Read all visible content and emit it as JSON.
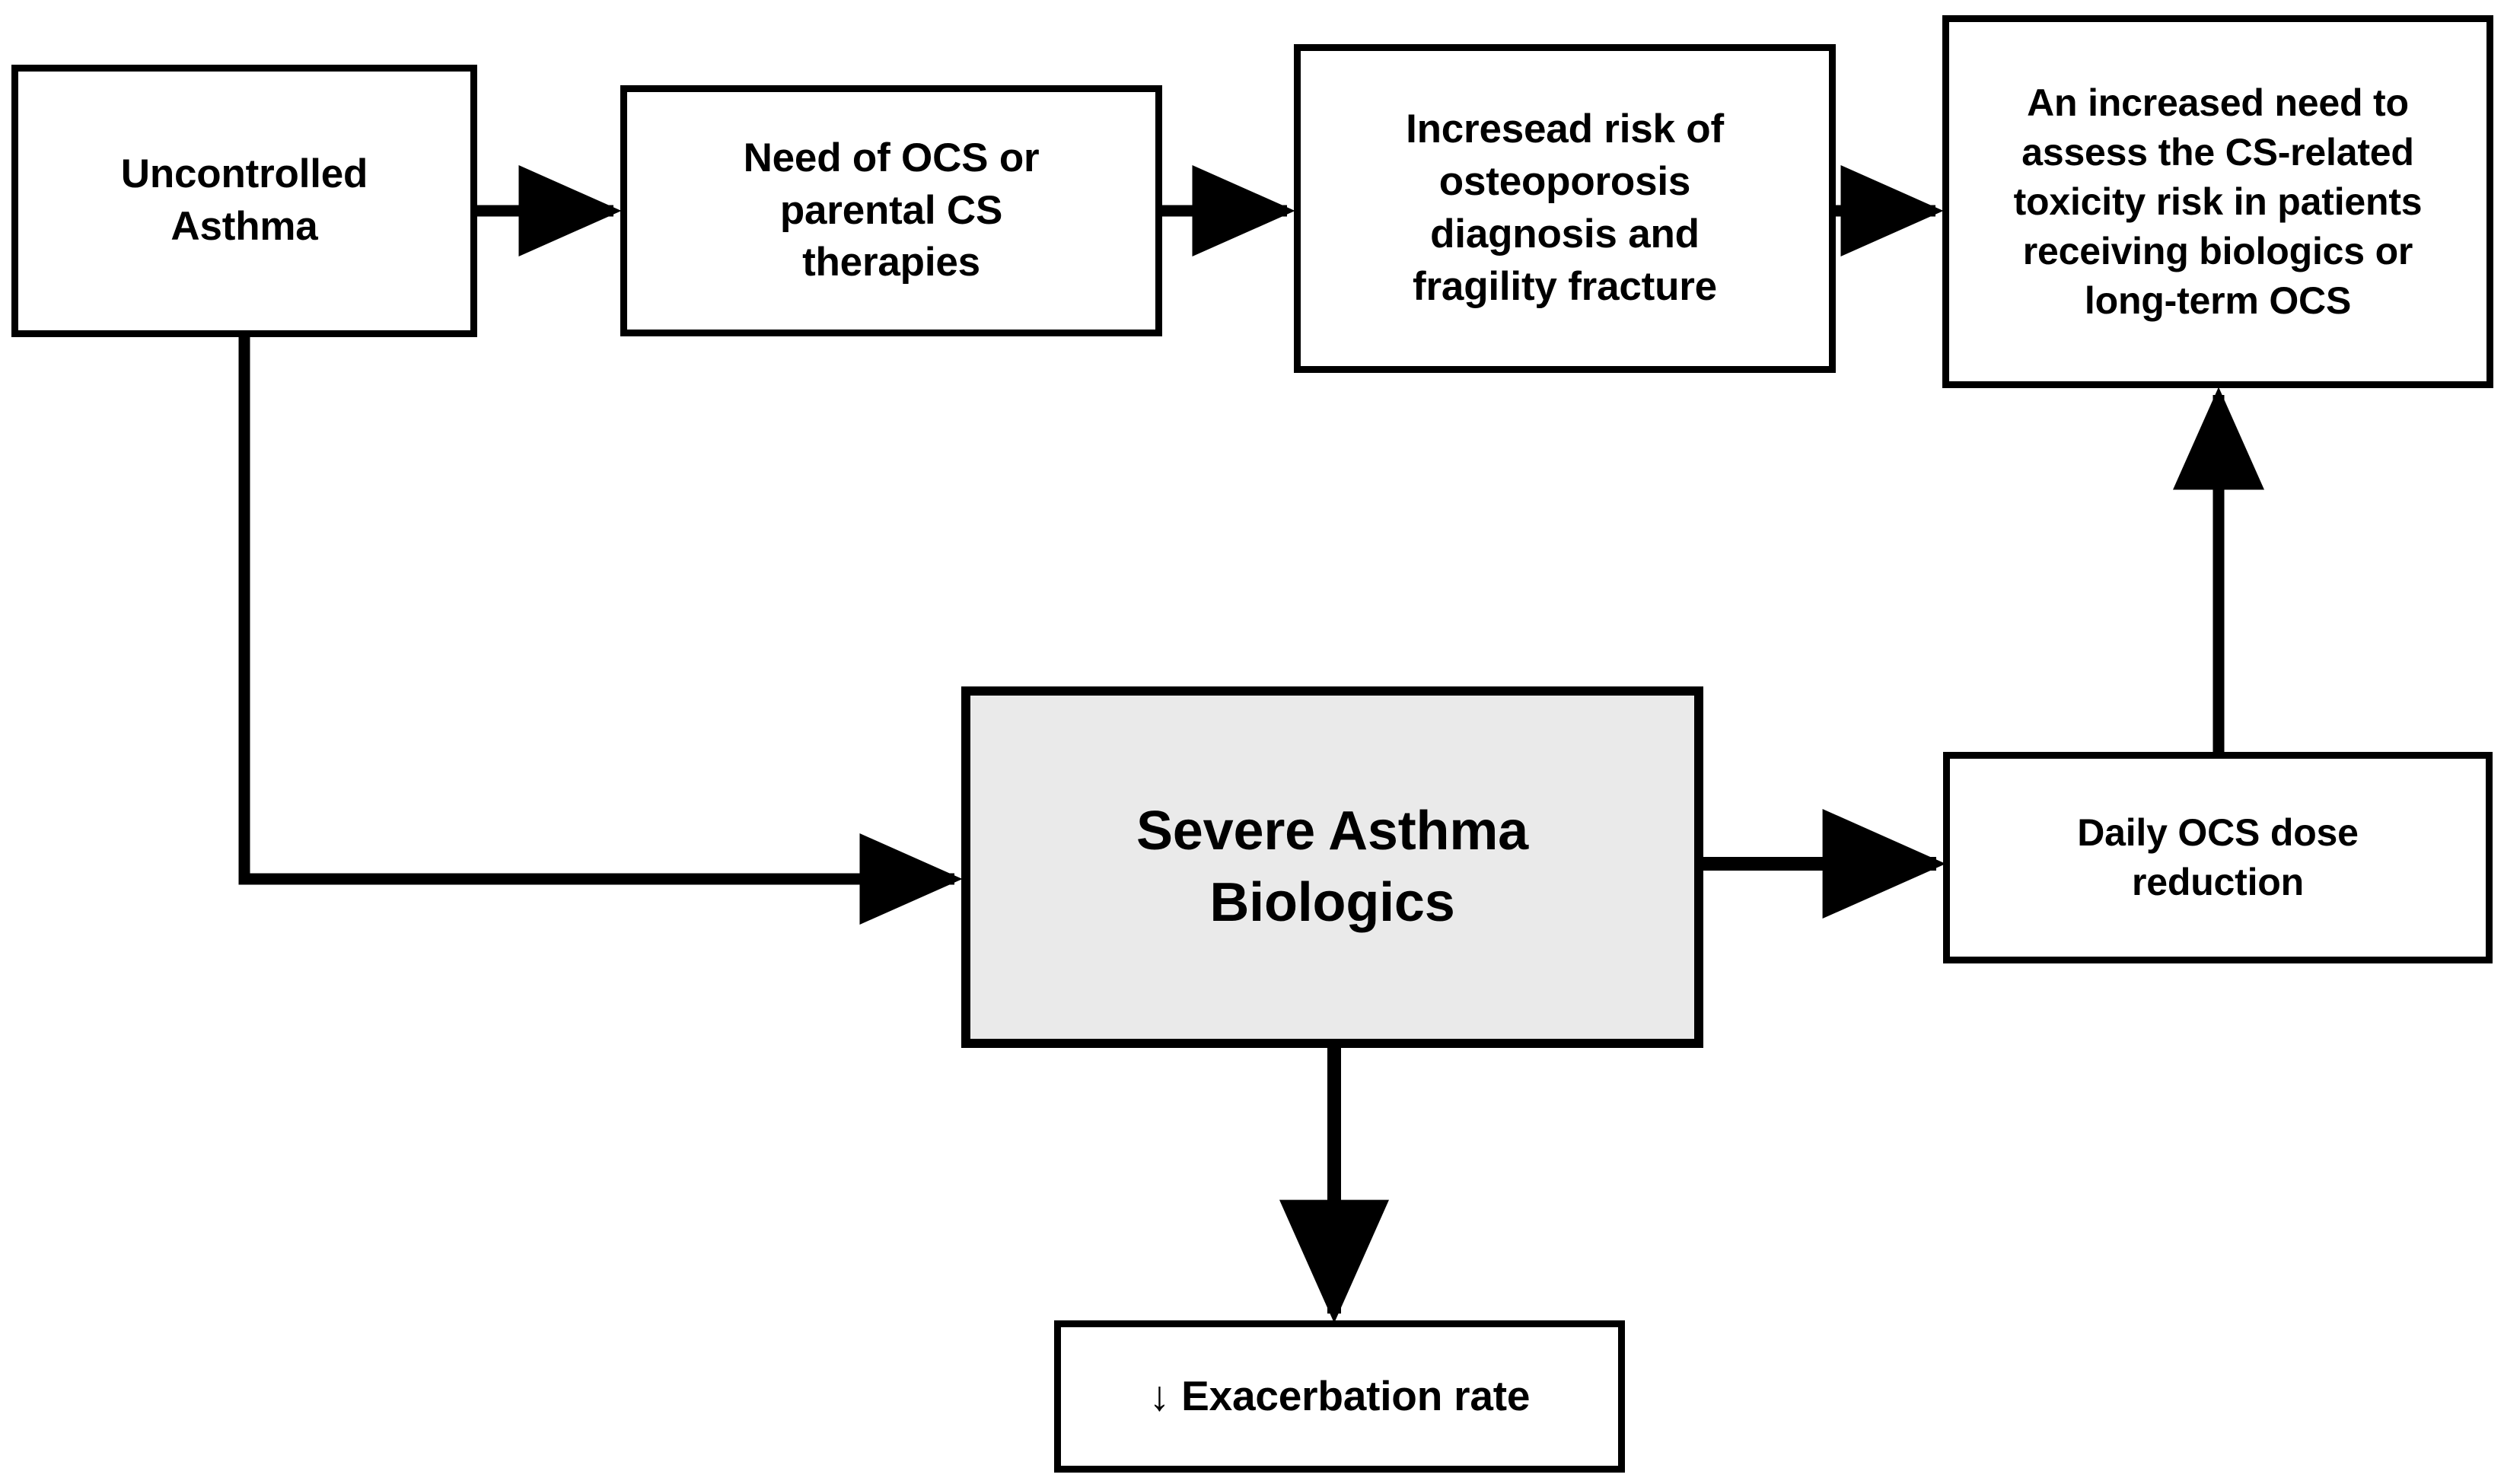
{
  "diagram": {
    "type": "flowchart",
    "title": "",
    "background_color": "#ffffff",
    "line_color": "#000000",
    "emphasis_fill_color": "#eaeaea",
    "nodes": [
      {
        "id": "uncontrolled-asthma",
        "label": "Uncontrolled\nAsthma",
        "fill": "#ffffff"
      },
      {
        "id": "ocs-need",
        "label": "Need of OCS or\nparental CS\ntherapies",
        "fill": "#ffffff"
      },
      {
        "id": "osteoporosis-risk",
        "label": "Incresead risk of\nosteoporosis\ndiagnosis and\nfragility fracture",
        "fill": "#ffffff"
      },
      {
        "id": "toxicity-assess",
        "label": "An increased need to\nassess the CS-related\ntoxicity risk in patients\nreceiving biologics or\nlong-term OCS",
        "fill": "#ffffff"
      },
      {
        "id": "severe-asthma-biologics",
        "label": "Severe Asthma\nBiologics",
        "fill": "#eaeaea"
      },
      {
        "id": "daily-ocs-reduction",
        "label": "Daily OCS dose\nreduction",
        "fill": "#ffffff"
      },
      {
        "id": "exacerbation-rate",
        "label": "↓ Exacerbation rate",
        "fill": "#ffffff"
      }
    ],
    "edges": [
      {
        "id": "edge-uncontrolled-to-ocs",
        "from": "uncontrolled-asthma",
        "to": "ocs-need",
        "shape": "straight-right"
      },
      {
        "id": "edge-ocs-to-osteoporosis",
        "from": "ocs-need",
        "to": "osteoporosis-risk",
        "shape": "straight-right"
      },
      {
        "id": "edge-osteoporosis-to-toxicity",
        "from": "osteoporosis-risk",
        "to": "toxicity-assess",
        "shape": "straight-right"
      },
      {
        "id": "edge-uncontrolled-to-biologics",
        "from": "uncontrolled-asthma",
        "to": "severe-asthma-biologics",
        "shape": "elbow-down-right"
      },
      {
        "id": "edge-biologics-to-daily-ocs",
        "from": "severe-asthma-biologics",
        "to": "daily-ocs-reduction",
        "shape": "straight-right"
      },
      {
        "id": "edge-biologics-to-exacerbation",
        "from": "severe-asthma-biologics",
        "to": "exacerbation-rate",
        "shape": "straight-down"
      },
      {
        "id": "edge-daily-ocs-to-toxicity",
        "from": "daily-ocs-reduction",
        "to": "toxicity-assess",
        "shape": "straight-up"
      }
    ]
  }
}
